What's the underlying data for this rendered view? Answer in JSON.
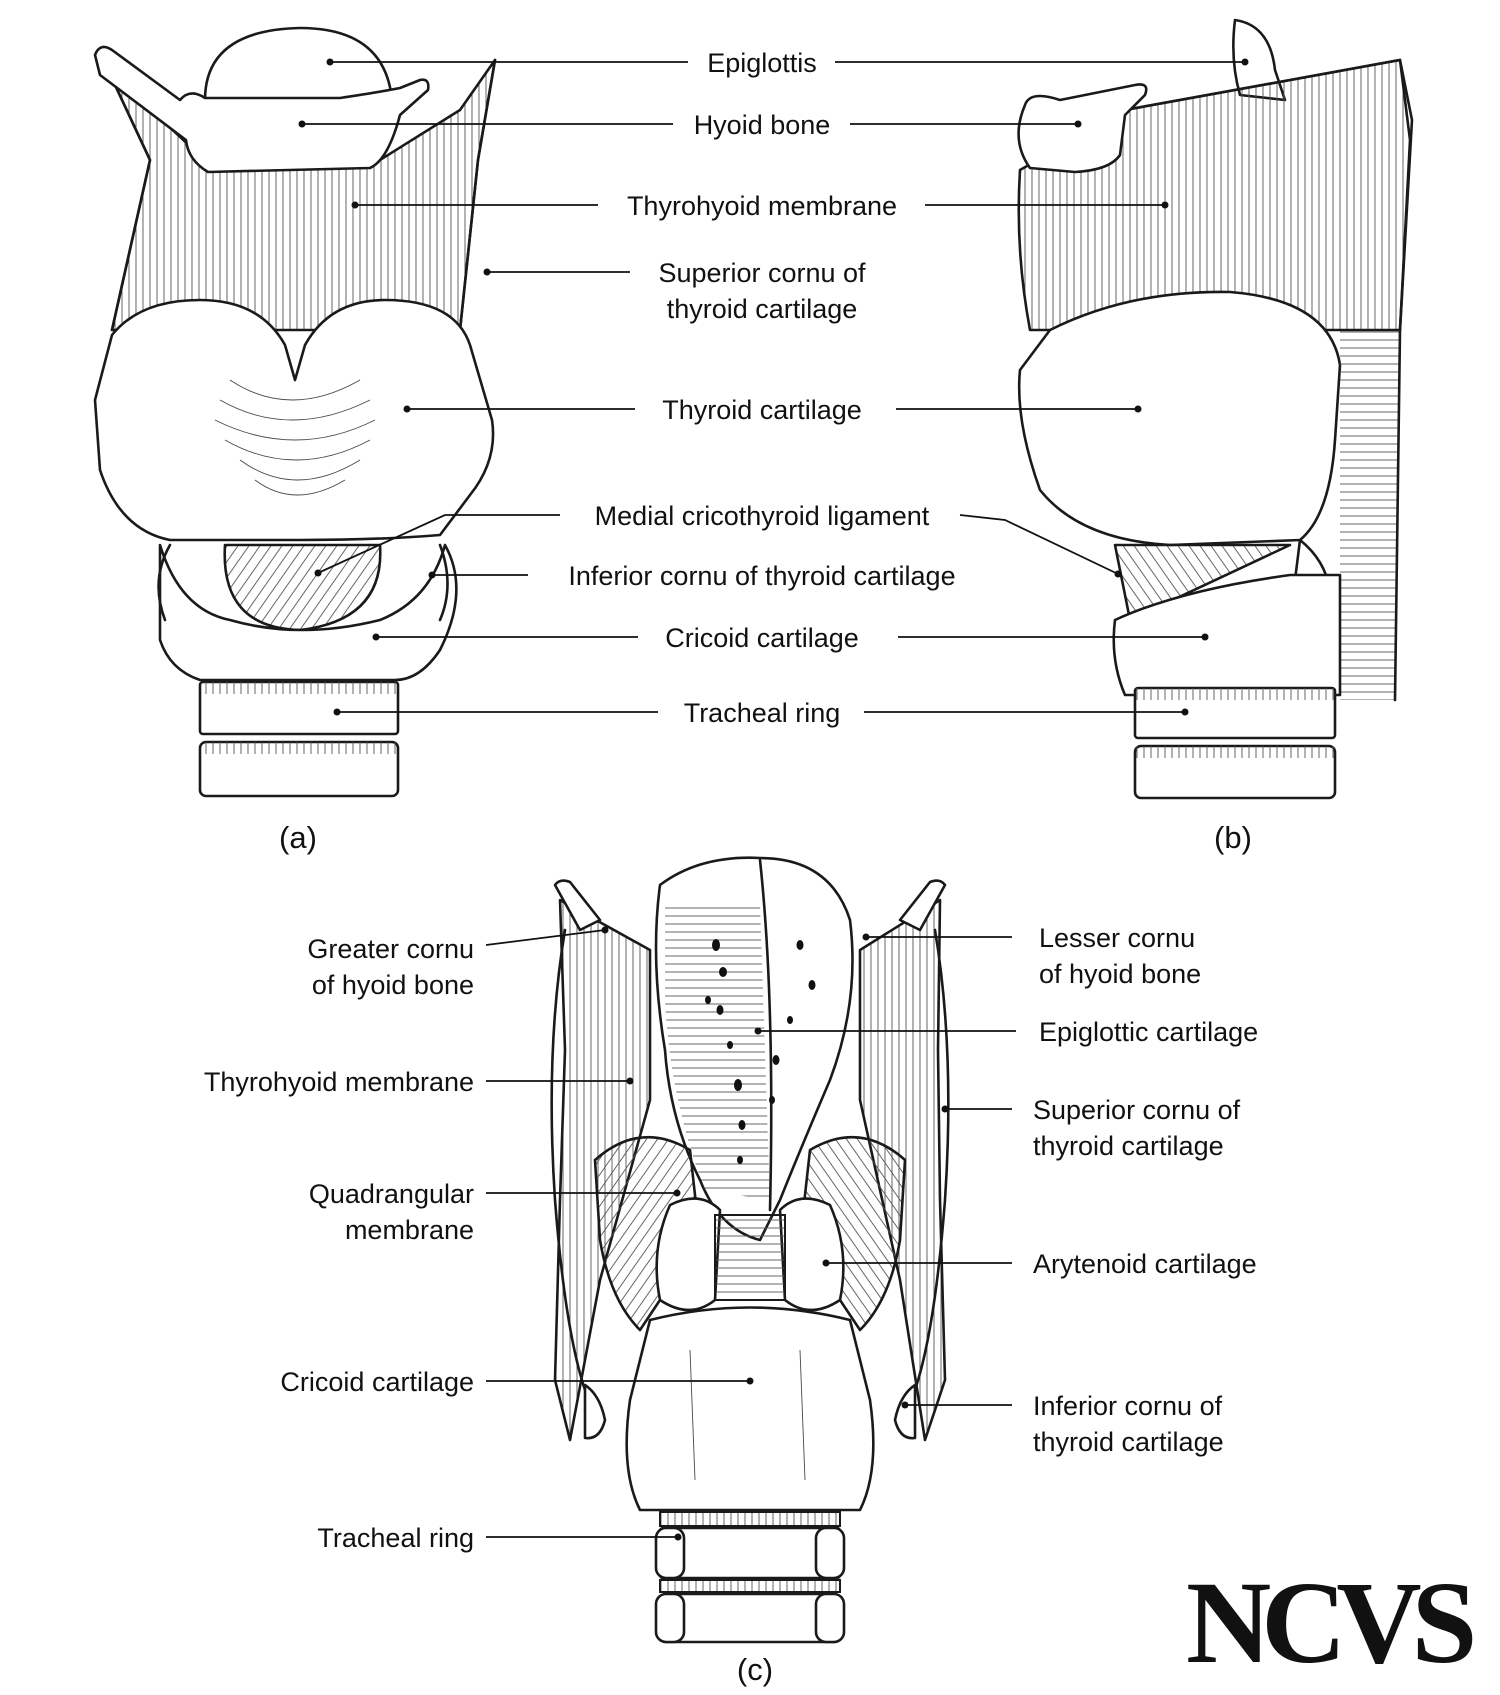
{
  "panels": {
    "a": {
      "caption": "(a)",
      "labels": {
        "epiglottis": "Epiglottis",
        "hyoid_bone": "Hyoid bone",
        "thyrohyoid_membrane": "Thyrohyoid membrane",
        "superior_cornu_line1": "Superior cornu of",
        "superior_cornu_line2": "thyroid cartilage",
        "thyroid_cartilage": "Thyroid cartilage",
        "medial_cricothyroid_ligament": "Medial cricothyroid ligament",
        "inferior_cornu": "Inferior cornu of thyroid cartilage",
        "cricoid_cartilage": "Cricoid cartilage",
        "tracheal_ring": "Tracheal ring"
      }
    },
    "b": {
      "caption": "(b)"
    },
    "c": {
      "caption": "(c)",
      "labels": {
        "greater_cornu_line1": "Greater cornu",
        "greater_cornu_line2": "of hyoid bone",
        "lesser_cornu_line1": "Lesser cornu",
        "lesser_cornu_line2": "of hyoid bone",
        "epiglottic_cartilage": "Epiglottic cartilage",
        "thyrohyoid_membrane": "Thyrohyoid membrane",
        "superior_cornu_line1": "Superior cornu of",
        "superior_cornu_line2": "thyroid cartilage",
        "quadrangular_line1": "Quadrangular",
        "quadrangular_line2": "membrane",
        "arytenoid_cartilage": "Arytenoid cartilage",
        "cricoid_cartilage": "Cricoid cartilage",
        "inferior_cornu_line1": "Inferior cornu of",
        "inferior_cornu_line2": "thyroid cartilage",
        "tracheal_ring": "Tracheal ring"
      }
    }
  },
  "logo": {
    "text": "NCVS"
  },
  "colors": {
    "ink": "#1a1a1a",
    "background": "#ffffff"
  }
}
